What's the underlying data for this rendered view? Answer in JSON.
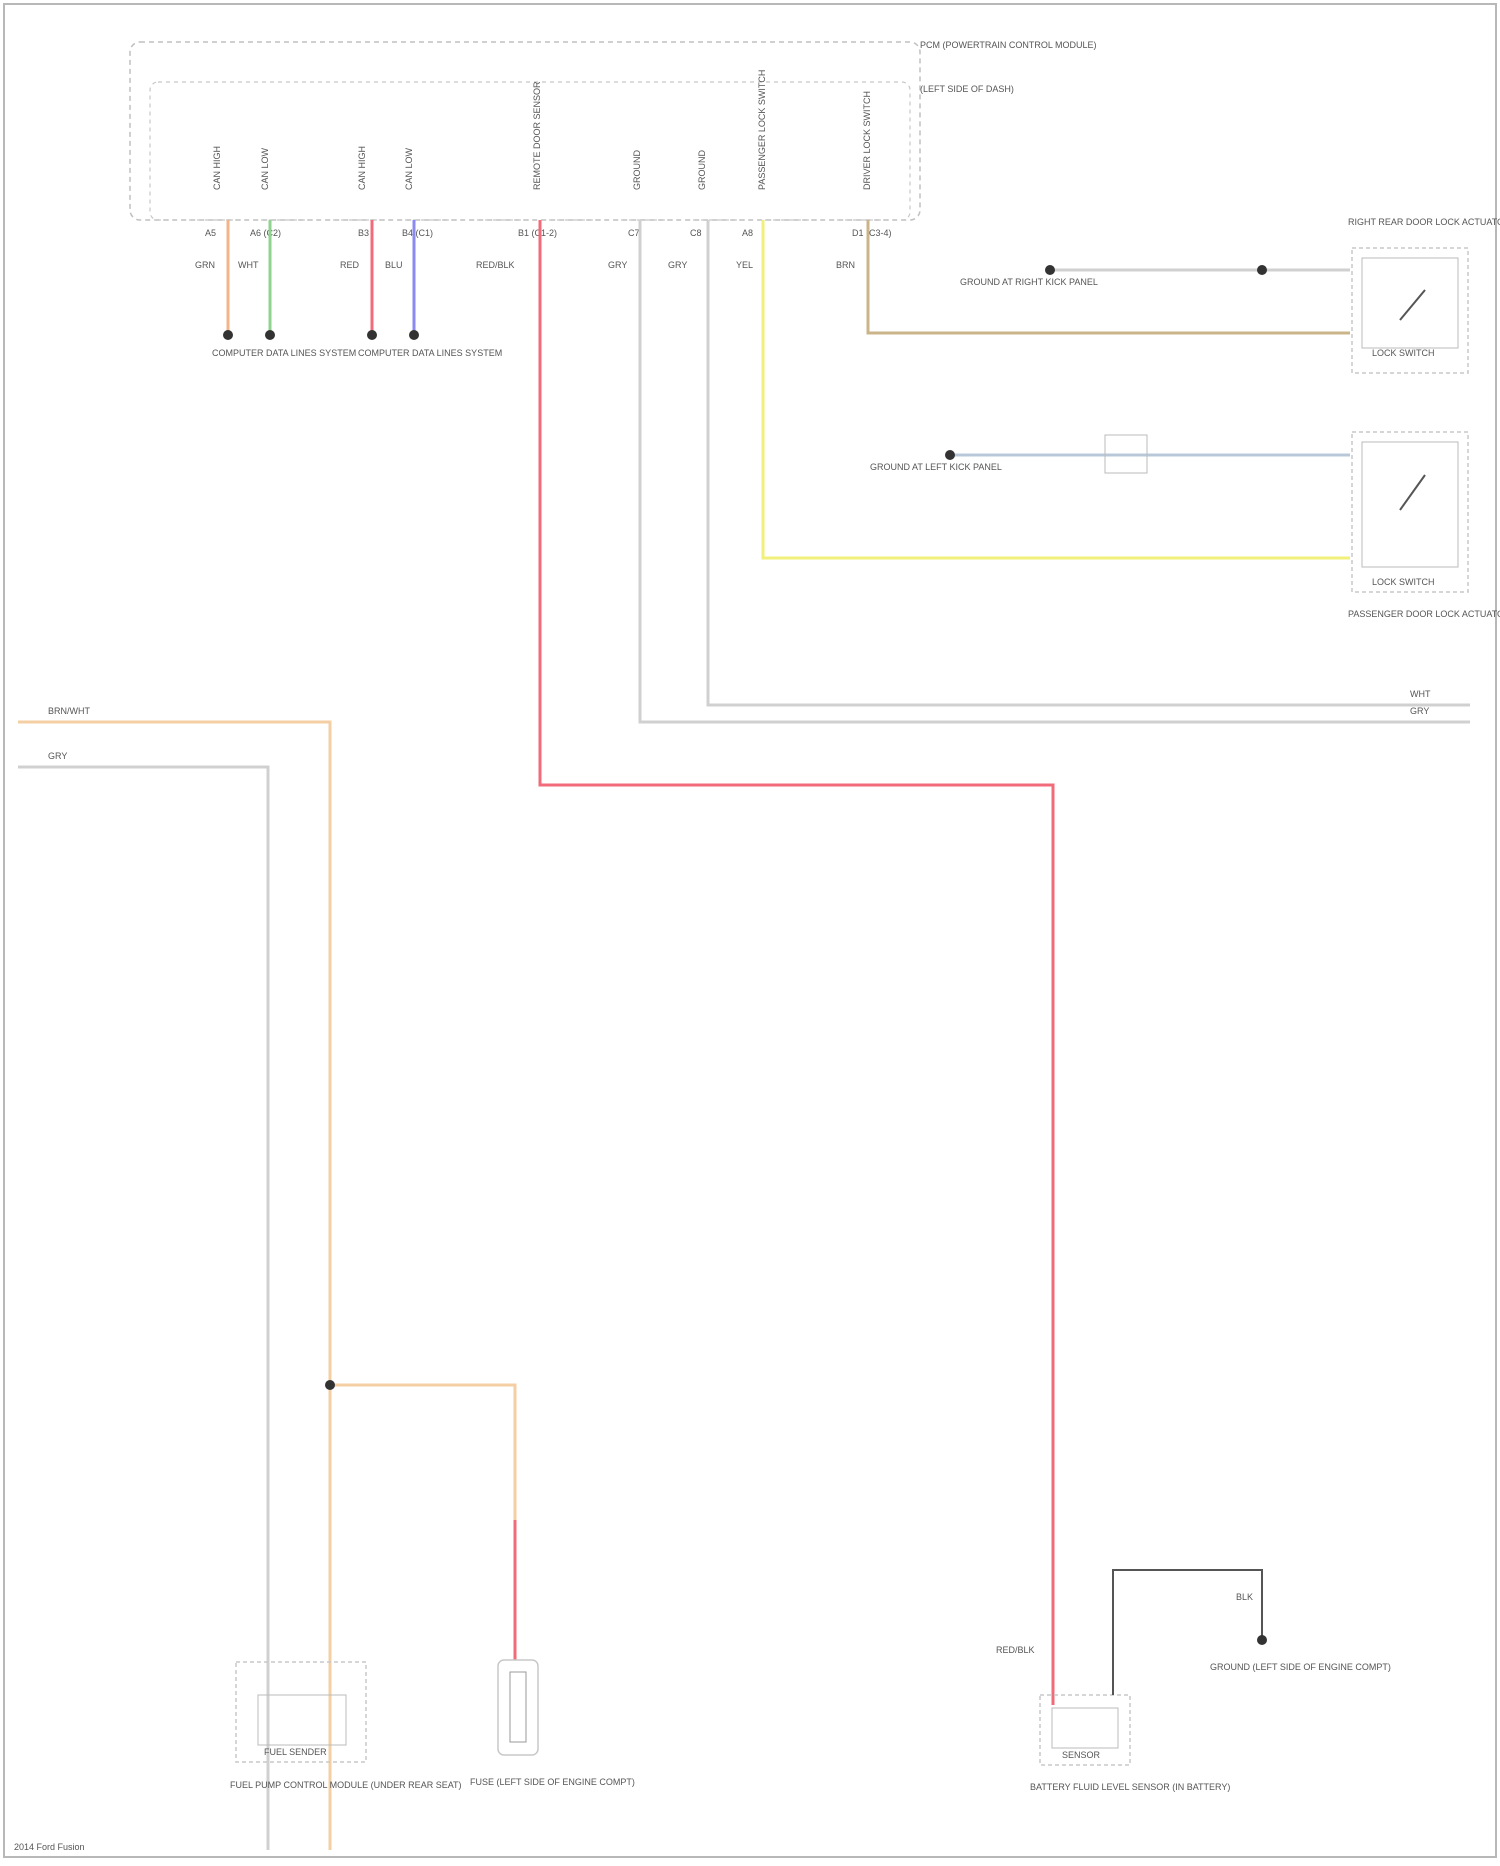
{
  "colors": {
    "orange": "#f4b48a",
    "green": "#8fd38f",
    "red": "#f26b7a",
    "blue": "#8a8af2",
    "yellow": "#f0f07a",
    "tan": "#cbb48a",
    "gray": "#c8c8c8",
    "dark": "#555555",
    "light_orange": "#f3cfa3"
  },
  "module": {
    "title": "PCM (POWERTRAIN CONTROL MODULE)",
    "sub": "(LEFT SIDE OF DASH)"
  },
  "pins": {
    "p1": "CAN HIGH",
    "p2": "CAN LOW",
    "p3": "CAN HIGH",
    "p4": "CAN LOW",
    "p5": "REMOTE DOOR SENSOR",
    "p6": "GROUND",
    "p7": "GROUND",
    "p8": "PASSENGER LOCK SWITCH",
    "p9": "DRIVER LOCK SWITCH"
  },
  "wires": {
    "w1": "GRN",
    "w2": "WHT",
    "w3": "RED",
    "w4": "BLU",
    "w5": "RED/BLK",
    "w6": "GRY",
    "w7": "GRY",
    "w8": "YEL",
    "w9": "BRN"
  },
  "terminals": {
    "t1": "A5",
    "t2": "A6 (C2)",
    "t3": "B3",
    "t4": "B4 (C1)",
    "t5": "B1 (C1-2)",
    "t6": "C7",
    "t7": "C8",
    "t8": "A8",
    "t9": "D1 (C3-4)"
  },
  "dest": {
    "d1": "COMPUTER DATA LINES SYSTEM",
    "d2": "COMPUTER DATA LINES SYSTEM"
  },
  "actuators": {
    "a1_title": "RIGHT REAR DOOR LOCK ACTUATOR",
    "a1_sub": "LOCK SWITCH",
    "a1_ground": "GROUND AT RIGHT KICK PANEL",
    "a2_title": "PASSENGER DOOR LOCK ACTUATOR",
    "a2_sub": "LOCK SWITCH",
    "a2_ground": "GROUND AT LEFT KICK PANEL"
  },
  "bottom": {
    "fpc": "FUEL PUMP CONTROL MODULE (UNDER REAR SEAT)",
    "fpc_sub": "FUEL SENDER",
    "fuse": "FUSE (LEFT SIDE OF ENGINE COMPT)",
    "batt": "BATTERY FLUID LEVEL SENSOR (IN BATTERY)",
    "batt_sub": "SENSOR",
    "gnd": "GROUND (LEFT SIDE OF ENGINE COMPT)"
  },
  "labels": {
    "in1": "BRN/WHT",
    "in2": "GRY",
    "right1": "WHT",
    "right2": "GRY",
    "ctr_label": "RED/BLK",
    "batt_blk": "BLK",
    "footer": "2014 Ford Fusion"
  }
}
